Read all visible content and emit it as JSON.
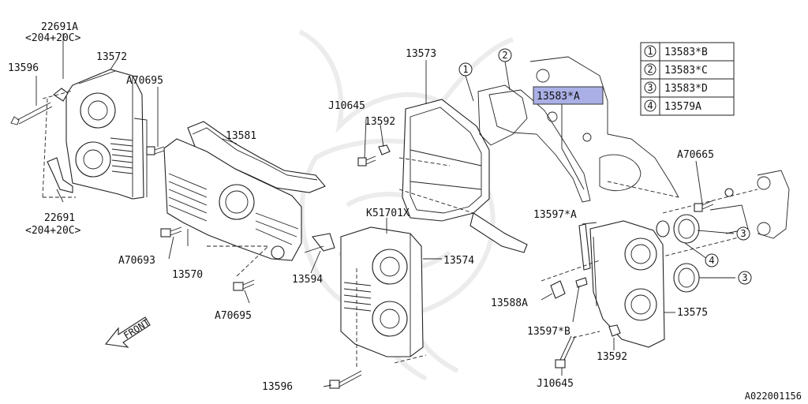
{
  "labels": {
    "l_22691a": "22691A",
    "l_204_top": "<204+20C>",
    "l_13596_a": "13596",
    "l_13572": "13572",
    "l_a70695_a": "A70695",
    "l_13581": "13581",
    "l_13573": "13573",
    "l_j10645_a": "J10645",
    "l_13592_a": "13592",
    "l_k51701x": "K51701X",
    "l_22691": "22691",
    "l_204_bot": "<204+20C>",
    "l_a70693": "A70693",
    "l_13570": "13570",
    "l_13594": "13594",
    "l_a70695_b": "A70695",
    "l_13574": "13574",
    "l_front": "FRONT",
    "l_13596_b": "13596",
    "l_13597a": "13597*A",
    "l_13588a": "13588A",
    "l_13597b": "13597*B",
    "l_13592_b": "13592",
    "l_j10645_b": "J10645",
    "l_13575": "13575",
    "l_a70665": "A70665",
    "l_13583a": "13583*A",
    "callout_1": "1",
    "callout_2": "2",
    "callout_3a": "3",
    "callout_4": "4",
    "callout_3b": "3",
    "figure_id": "A022001156"
  },
  "legend": [
    {
      "num": "1",
      "part": "13583*B"
    },
    {
      "num": "2",
      "part": "13583*C"
    },
    {
      "num": "3",
      "part": "13583*D"
    },
    {
      "num": "4",
      "part": "13579A"
    }
  ],
  "colors": {
    "highlight": "#aab0e6",
    "ink": "#222222",
    "watermark": "#ececec"
  }
}
